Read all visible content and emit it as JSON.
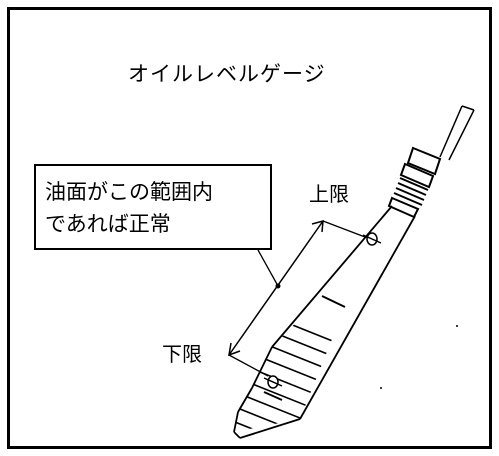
{
  "title": "オイルレベルゲージ",
  "callout": {
    "line1": "油面がこの範囲内",
    "line2": "であれば正常"
  },
  "upper_limit_label": "上限",
  "lower_limit_label": "下限"
}
